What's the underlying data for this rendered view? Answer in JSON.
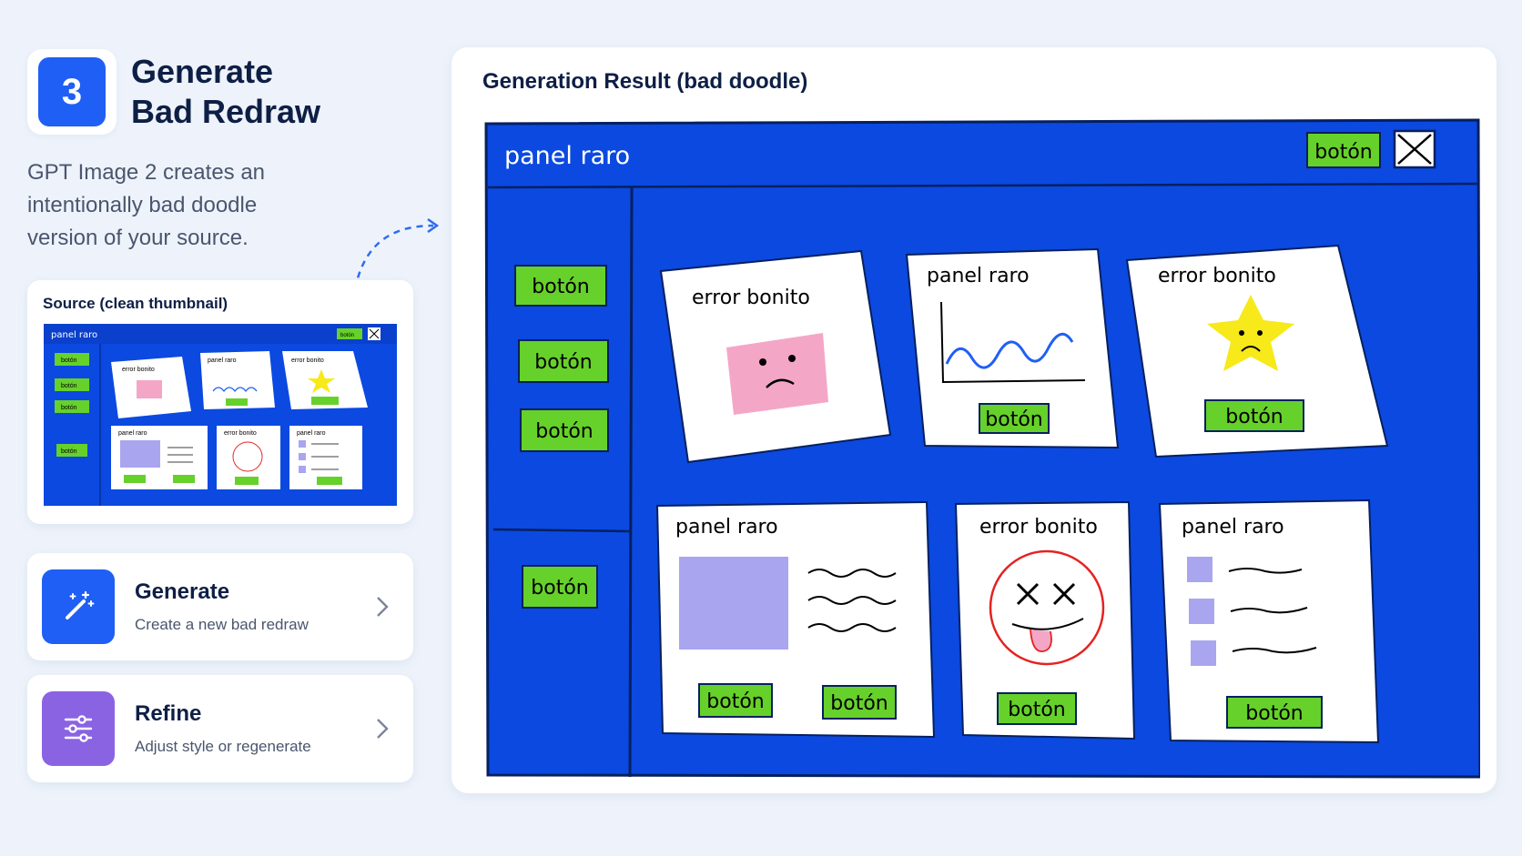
{
  "step": {
    "number": "3",
    "title_line1": "Generate",
    "title_line2": "Bad Redraw",
    "description": "GPT Image 2 creates an intentionally bad doodle version of your source."
  },
  "source_thumbnail": {
    "label": "Source (clean thumbnail)",
    "panel_title": "panel raro",
    "button": "botón",
    "card_title_a": "error bonito",
    "card_title_b": "panel raro"
  },
  "actions": [
    {
      "title": "Generate",
      "subtitle": "Create a new bad redraw",
      "icon": "magic-wand-icon",
      "color": "#1f5ff5"
    },
    {
      "title": "Refine",
      "subtitle": "Adjust style or regenerate",
      "icon": "sliders-icon",
      "color": "#8a63e3"
    }
  ],
  "result": {
    "title": "Generation Result (bad doodle)",
    "window_title": "panel raro",
    "header_button": "botón",
    "sidebar_buttons": [
      "botón",
      "botón",
      "botón",
      "botón"
    ],
    "cards": [
      {
        "title": "error bonito",
        "kind": "sad-square"
      },
      {
        "title": "panel raro",
        "kind": "wave-chart",
        "button": "botón"
      },
      {
        "title": "error bonito",
        "kind": "star",
        "button": "botón"
      },
      {
        "title": "panel raro",
        "kind": "image-text",
        "buttons": [
          "botón",
          "botón"
        ]
      },
      {
        "title": "error bonito",
        "kind": "dizzy-face",
        "button": "botón"
      },
      {
        "title": "panel raro",
        "kind": "list",
        "button": "botón"
      }
    ]
  },
  "colors": {
    "accent": "#1f5ff5",
    "doodle_blue": "#0b49e0",
    "doodle_green": "#66d12a",
    "refine_purple": "#8a63e3",
    "pink": "#f4a6c7",
    "lavender": "#aaa5ef",
    "star_yellow": "#f7e91a"
  }
}
